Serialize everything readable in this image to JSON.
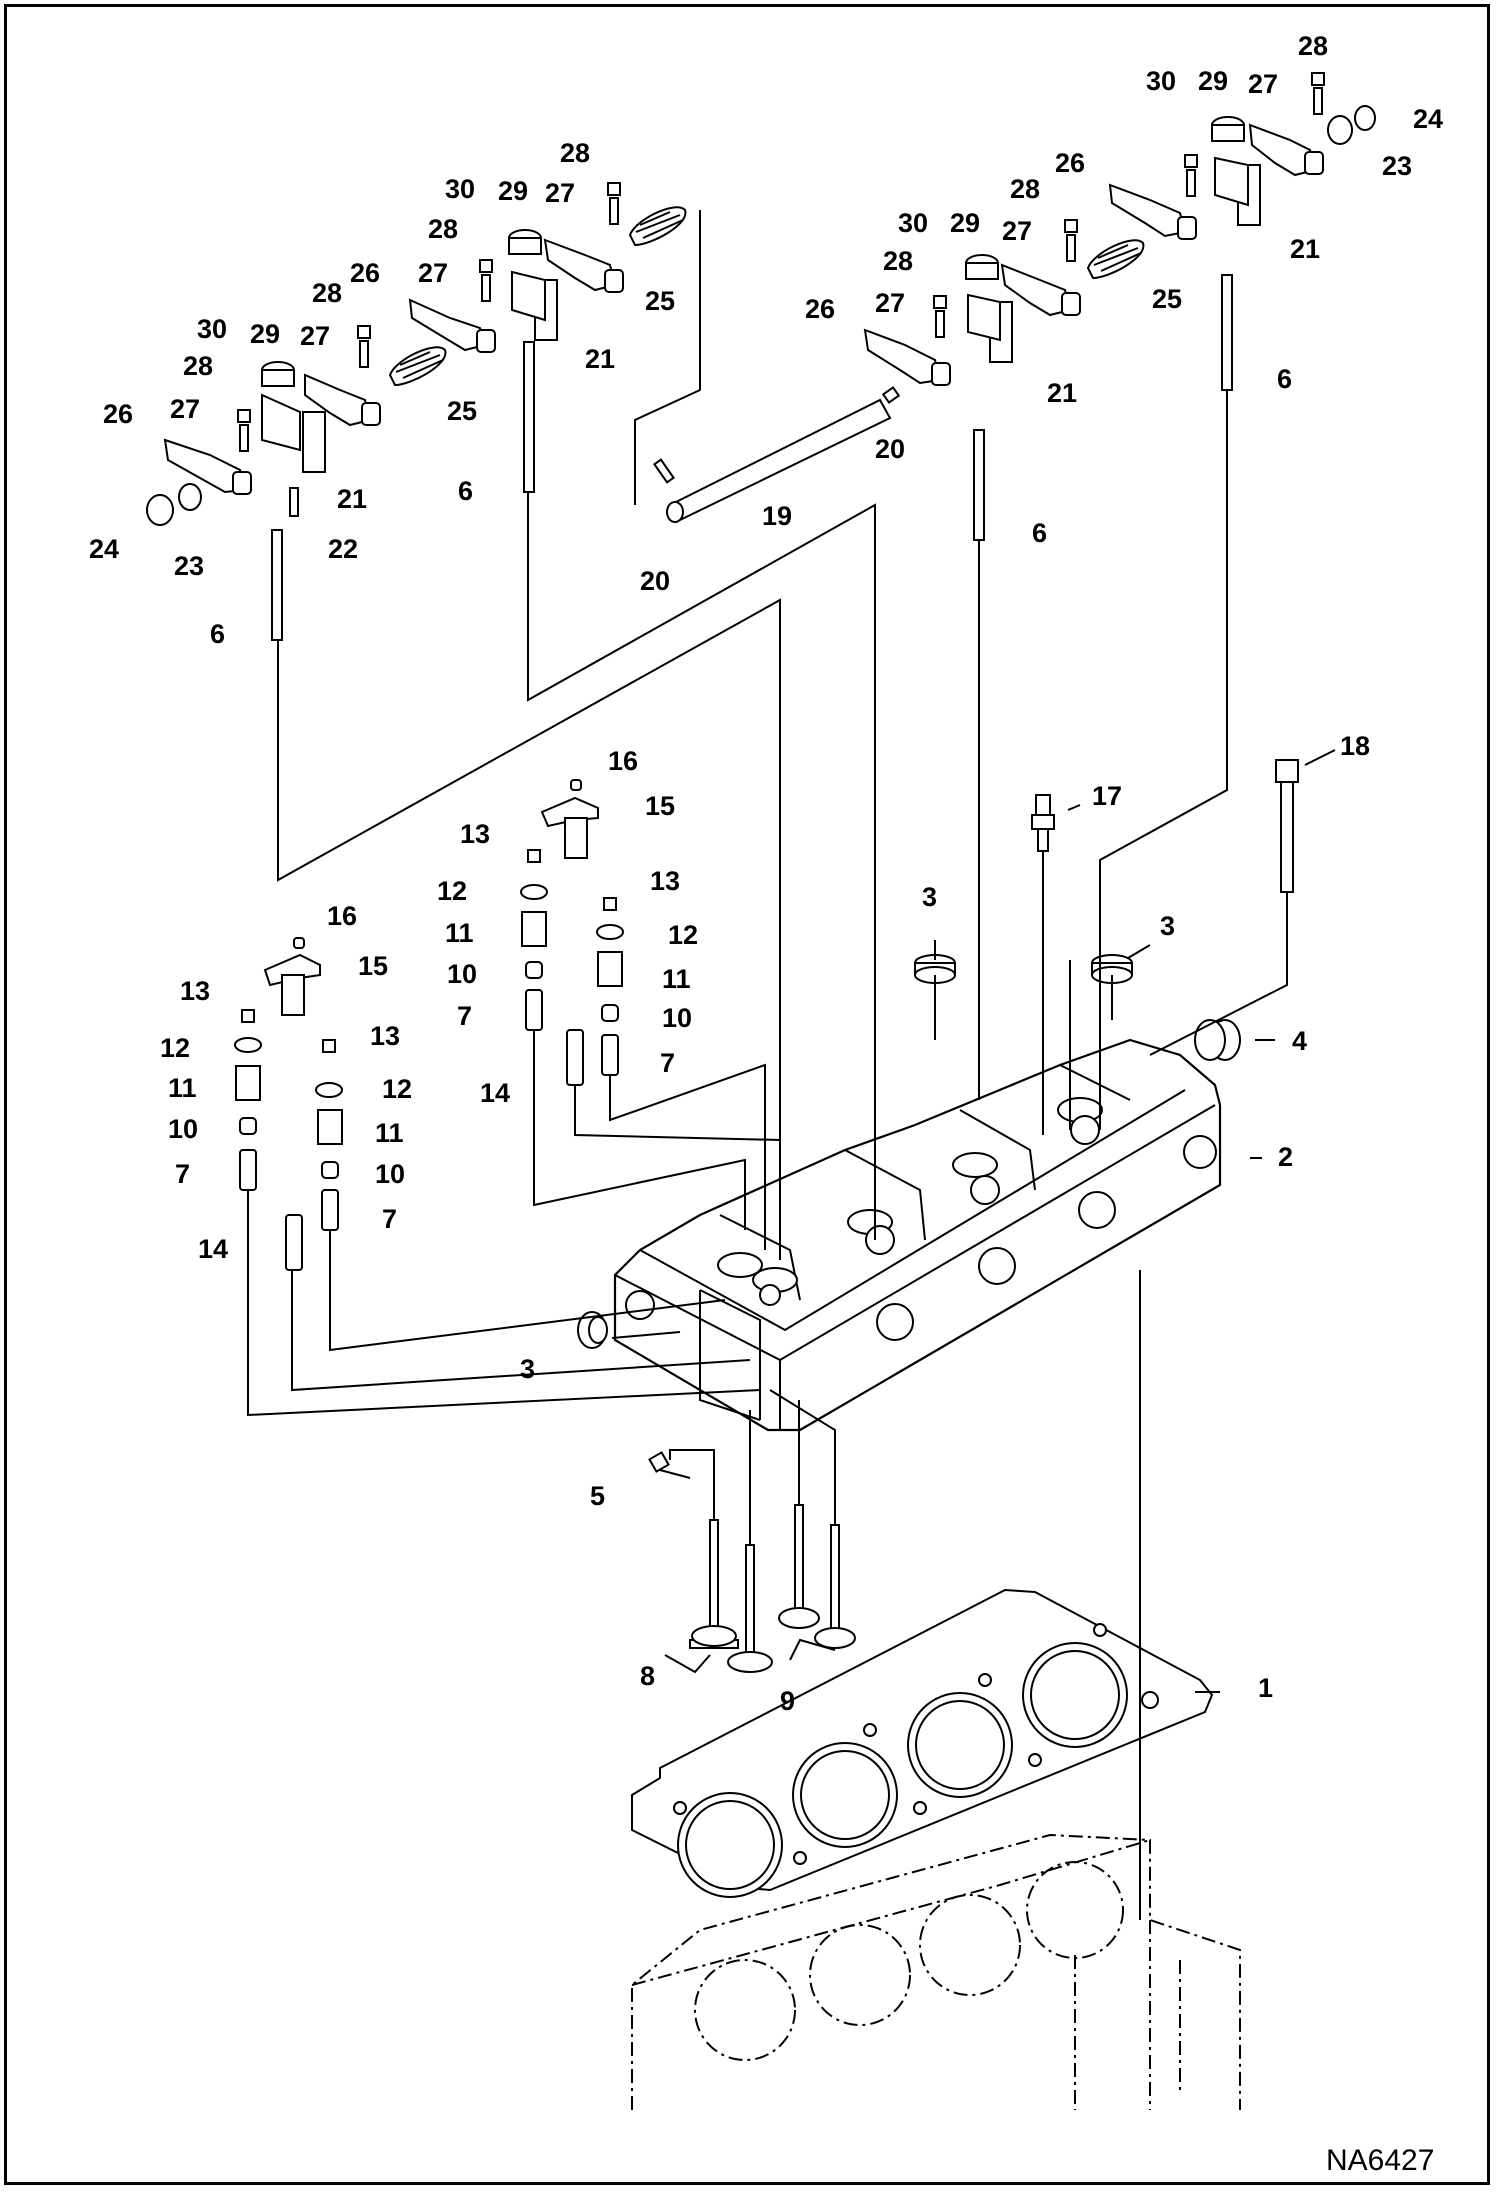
{
  "drawing_ref": "NA6427",
  "labels": {
    "l1": "1",
    "l2": "2",
    "l3a": "3",
    "l3b": "3",
    "l3c": "3",
    "l4": "4",
    "l5": "5",
    "l6a": "6",
    "l6b": "6",
    "l6c": "6",
    "l6d": "6",
    "l7a": "7",
    "l7b": "7",
    "l7c": "7",
    "l7d": "7",
    "l8": "8",
    "l9": "9",
    "l10a": "10",
    "l10b": "10",
    "l10c": "10",
    "l10d": "10",
    "l11a": "11",
    "l11b": "11",
    "l11c": "11",
    "l11d": "11",
    "l12a": "12",
    "l12b": "12",
    "l12c": "12",
    "l12d": "12",
    "l13a": "13",
    "l13b": "13",
    "l13c": "13",
    "l13d": "13",
    "l14a": "14",
    "l14b": "14",
    "l15a": "15",
    "l15b": "15",
    "l16a": "16",
    "l16b": "16",
    "l17": "17",
    "l18": "18",
    "l19": "19",
    "l20a": "20",
    "l20b": "20",
    "l21a": "21",
    "l21b": "21",
    "l21c": "21",
    "l21d": "21",
    "l22": "22",
    "l23a": "23",
    "l23b": "23",
    "l24a": "24",
    "l24b": "24",
    "l25a": "25",
    "l25b": "25",
    "l25c": "25",
    "l26a": "26",
    "l26b": "26",
    "l26c": "26",
    "l26d": "26",
    "l27a": "27",
    "l27b": "27",
    "l27c": "27",
    "l27d": "27",
    "l27e": "27",
    "l27f": "27",
    "l28a": "28",
    "l28b": "28",
    "l28c": "28",
    "l28d": "28",
    "l28e": "28",
    "l28f": "28",
    "l29a": "29",
    "l29b": "29",
    "l29c": "29",
    "l29d": "29",
    "l30a": "30",
    "l30b": "30",
    "l30c": "30",
    "l30d": "30"
  }
}
